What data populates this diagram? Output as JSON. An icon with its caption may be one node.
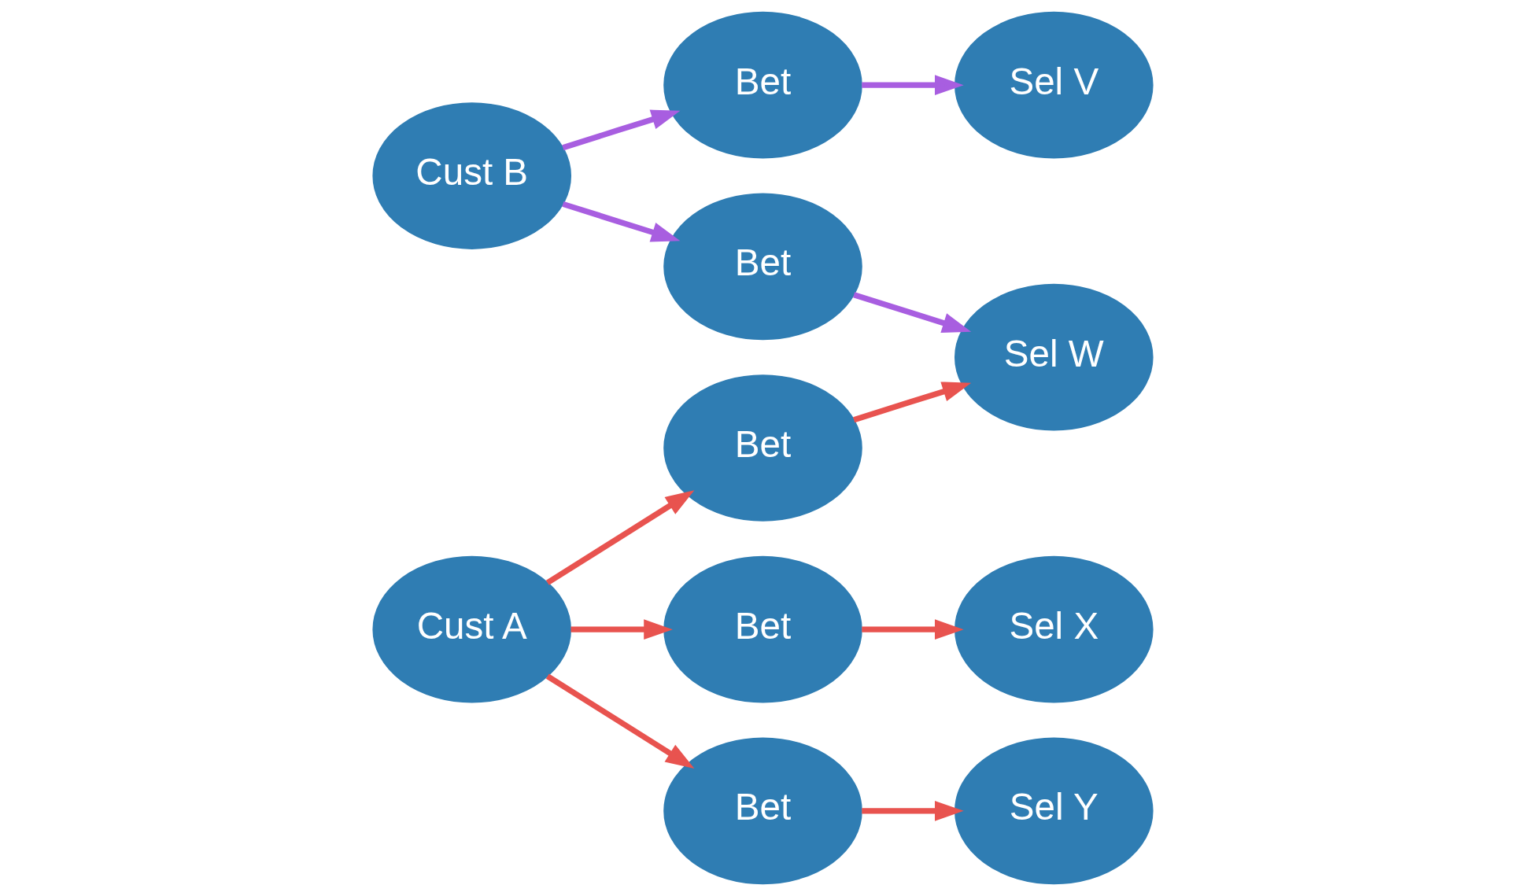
{
  "diagram": {
    "nodes": [
      {
        "text": [
          "Sel V"
        ]
      },
      {
        "text": [
          "Bet"
        ]
      },
      {
        "text": [
          "Bet"
        ]
      },
      {
        "text": [
          "Sel W"
        ]
      },
      {
        "text": [
          "Bet"
        ]
      },
      {
        "text": [
          "Cust B"
        ]
      },
      {
        "text": [
          "Cust A"
        ]
      },
      {
        "text": [
          "Bet"
        ]
      },
      {
        "text": [
          "Sel X"
        ]
      },
      {
        "text": [
          "Bet"
        ]
      },
      {
        "text": [
          "Sel Y"
        ]
      }
    ],
    "edges": [
      {
        "from": 1,
        "to": 0,
        "arrow": "to",
        "color": "#a85ee0"
      },
      {
        "from": 5,
        "to": 1,
        "arrow": "to",
        "color": "#a85ee0"
      },
      {
        "from": 2,
        "to": 3,
        "arrow": "to"
      },
      {
        "from": 4,
        "to": 3,
        "arrow": "to",
        "color": "#a85ee0"
      },
      {
        "from": 5,
        "to": 4,
        "arrow": "to",
        "color": "#a85ee0"
      },
      {
        "from": 6,
        "to": 2,
        "arrow": "to"
      },
      {
        "from": 6,
        "to": 7,
        "arrow": "to"
      },
      {
        "from": 7,
        "to": 8,
        "arrow": "to"
      },
      {
        "from": 6,
        "to": 9,
        "arrow": "to"
      },
      {
        "from": 9,
        "to": 10,
        "arrow": "to"
      }
    ]
  }
}
